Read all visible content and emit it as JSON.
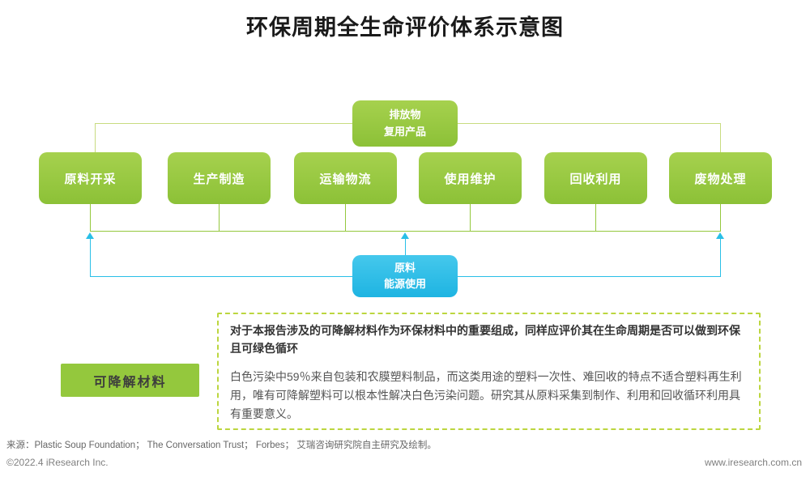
{
  "title": "环保周期全生命评价体系示意图",
  "colors": {
    "stage_green": "#94c83d",
    "cyan": "#29bfe7",
    "bracket_light_green": "#c8db80",
    "dashed_border": "#bcd63f"
  },
  "diagram": {
    "top_box": {
      "line1": "排放物",
      "line2": "复用产品"
    },
    "stages": [
      "原料开采",
      "生产制造",
      "运输物流",
      "使用维护",
      "回收利用",
      "废物处理"
    ],
    "bottom_box": {
      "line1": "原料",
      "line2": "能源使用"
    }
  },
  "callout": {
    "label": "可降解材料",
    "paragraph_bold": "对于本报告涉及的可降解材料作为环保材料中的重要组成，同样应评价其在生命周期是否可以做到环保且可绿色循环",
    "paragraph": "白色污染中59％来自包装和农膜塑料制品，而这类用途的塑料一次性、难回收的特点不适合塑料再生利用，唯有可降解塑料可以根本性解决白色污染问题。研究其从原料采集到制作、利用和回收循环利用具有重要意义。"
  },
  "footer": {
    "source": "来源：Plastic Soup Foundation； The Conversation Trust； Forbes； 艾瑞咨询研究院自主研究及绘制。",
    "copyright": "©2022.4 iResearch Inc.",
    "website": "www.iresearch.com.cn"
  }
}
